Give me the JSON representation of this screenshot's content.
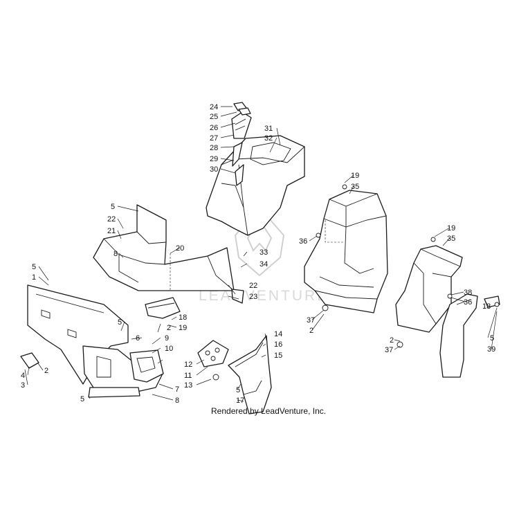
{
  "diagram": {
    "footer_text": "Rendered by LeadVenture, Inc.",
    "watermark_text": "LEADVENTURE",
    "callouts": [
      {
        "text": "24"
      },
      {
        "text": "25"
      },
      {
        "text": "26"
      },
      {
        "text": "27"
      },
      {
        "text": "28"
      },
      {
        "text": "29"
      },
      {
        "text": "30"
      },
      {
        "text": "31"
      },
      {
        "text": "32"
      },
      {
        "text": "5"
      },
      {
        "text": "22"
      },
      {
        "text": "21"
      },
      {
        "text": "8"
      },
      {
        "text": "20"
      },
      {
        "text": "33"
      },
      {
        "text": "34"
      },
      {
        "text": "22"
      },
      {
        "text": "23"
      },
      {
        "text": "5"
      },
      {
        "text": "1"
      },
      {
        "text": "18"
      },
      {
        "text": "19"
      },
      {
        "text": "5"
      },
      {
        "text": "6"
      },
      {
        "text": "2"
      },
      {
        "text": "9"
      },
      {
        "text": "10"
      },
      {
        "text": "4"
      },
      {
        "text": "2"
      },
      {
        "text": "3"
      },
      {
        "text": "12"
      },
      {
        "text": "11"
      },
      {
        "text": "13"
      },
      {
        "text": "7"
      },
      {
        "text": "8"
      },
      {
        "text": "5"
      },
      {
        "text": "14"
      },
      {
        "text": "16"
      },
      {
        "text": "15"
      },
      {
        "text": "5"
      },
      {
        "text": "17"
      },
      {
        "text": "19"
      },
      {
        "text": "35"
      },
      {
        "text": "36"
      },
      {
        "text": "37"
      },
      {
        "text": "2"
      },
      {
        "text": "19"
      },
      {
        "text": "35"
      },
      {
        "text": "38"
      },
      {
        "text": "36"
      },
      {
        "text": "13"
      },
      {
        "text": "2"
      },
      {
        "text": "37"
      },
      {
        "text": "5"
      },
      {
        "text": "39"
      }
    ]
  }
}
